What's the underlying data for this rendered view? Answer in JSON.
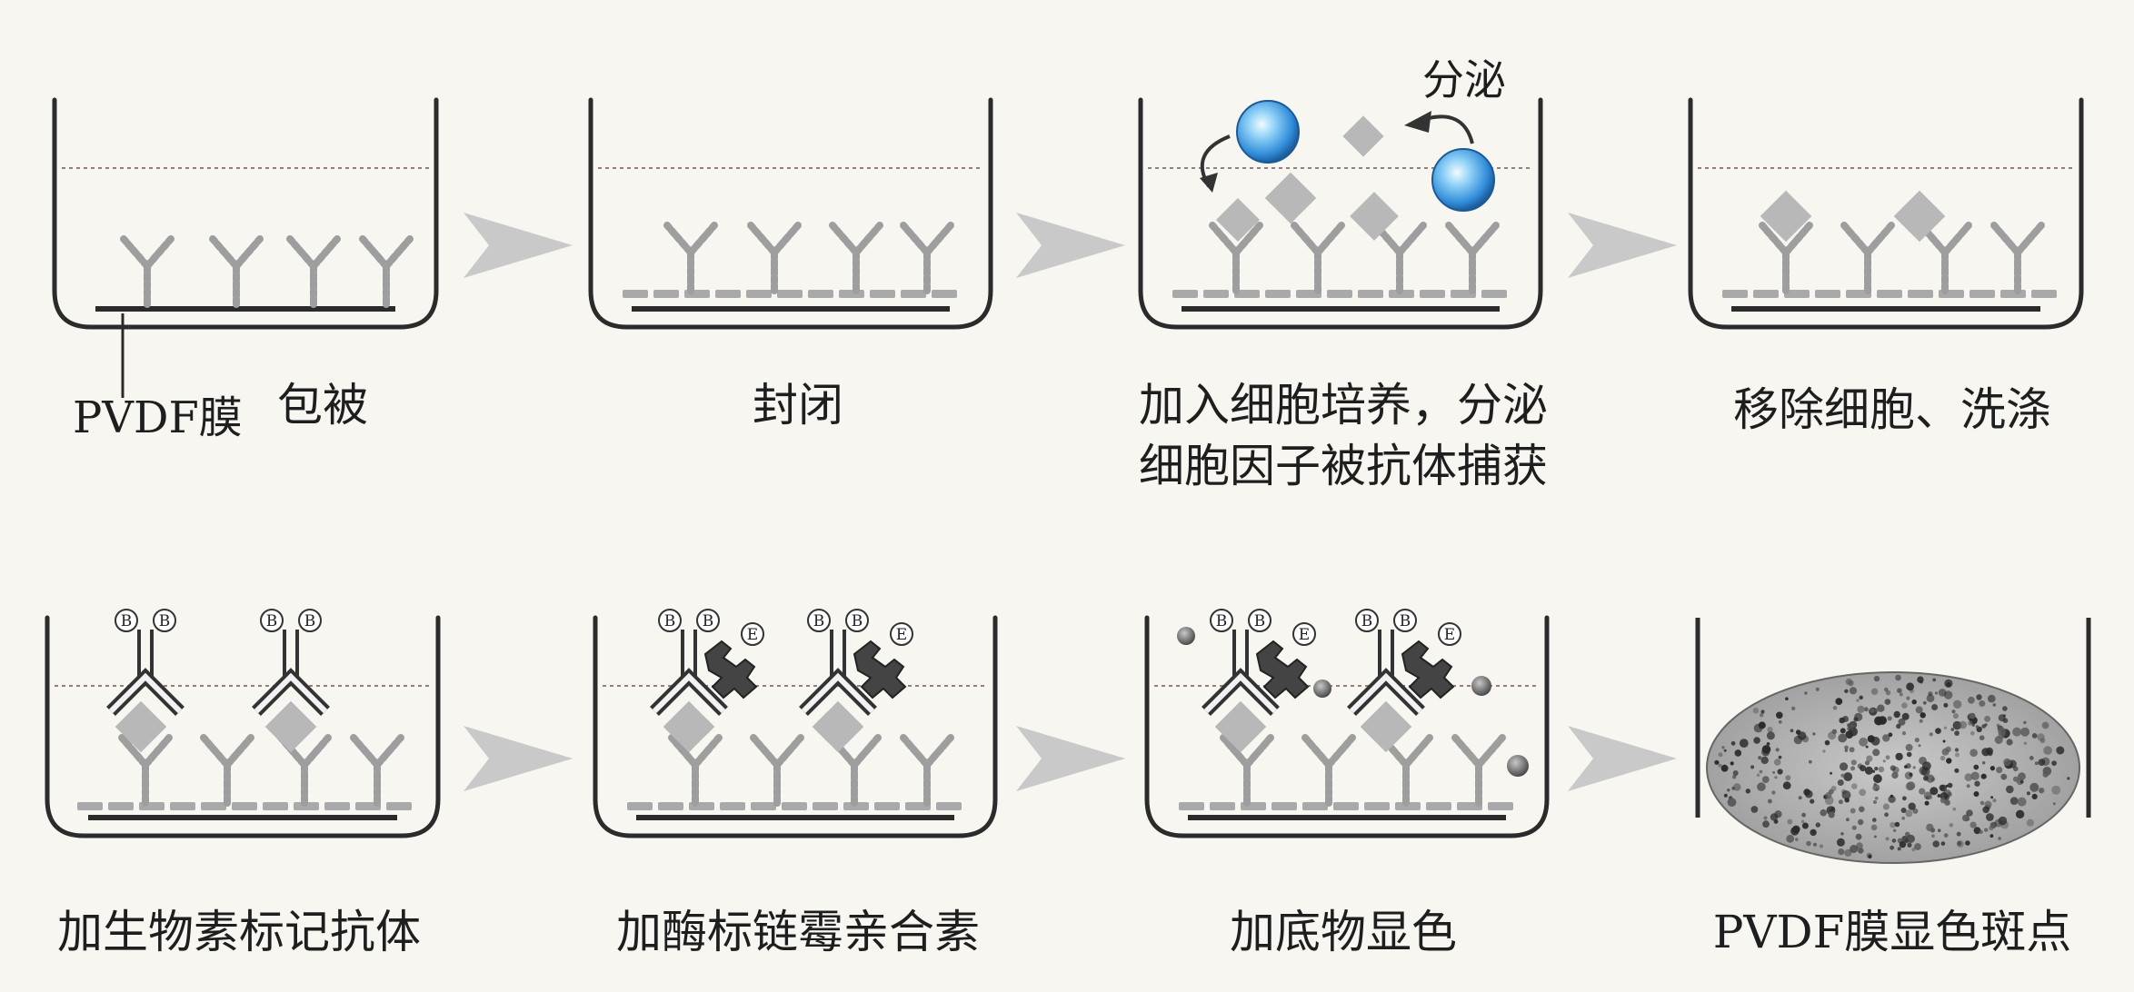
{
  "step_captions": [
    "包被",
    "封闭",
    "加入细胞培养，分泌",
    "细胞因子被抗体捕获",
    "移除细胞、洗涤",
    "加生物素标记抗体",
    "加酶标链霉亲合素",
    "加底物显色",
    "PVDF膜显色斑点"
  ],
  "membrane_label": "PVDF膜",
  "secrete_label": "分泌",
  "biotin_symbol": "B",
  "enzyme_symbol": "E",
  "colors": {
    "background": "#f7f6f1",
    "line": "#2b2b2b",
    "capture_antibody": "#9e9e9e",
    "cytokine": "#b8b8b8",
    "arrow": "#c9c9c9",
    "cell": "#2f8bd8"
  }
}
